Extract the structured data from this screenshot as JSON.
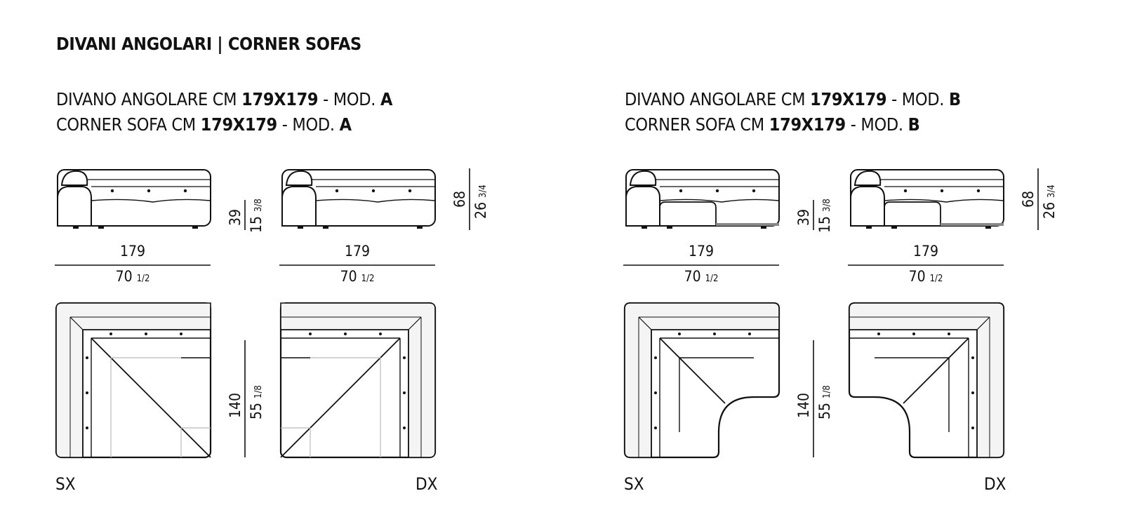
{
  "page_title": "DIVANI ANGOLARI | CORNER SOFAS",
  "models": [
    {
      "line_it": {
        "prefix": "DIVANO ANGOLARE CM ",
        "size": "179X179",
        "mid": " - MOD. ",
        "mod": "A"
      },
      "line_en": {
        "prefix": "CORNER SOFA CM ",
        "size": "179X179",
        "mid": " - MOD. ",
        "mod": "A"
      },
      "width_cm": "179",
      "width_in_whole": "70",
      "width_in_frac": "1/2",
      "seat_cm": "39",
      "seat_in_whole": "15",
      "seat_in_frac": "3/8",
      "height_cm": "68",
      "height_in_whole": "26",
      "height_in_frac": "3/4",
      "depth_cm": "140",
      "depth_in_whole": "55",
      "depth_in_frac": "1/8",
      "left_label": "SX",
      "right_label": "DX"
    },
    {
      "line_it": {
        "prefix": "DIVANO ANGOLARE CM ",
        "size": "179X179",
        "mid": " - MOD. ",
        "mod": "B"
      },
      "line_en": {
        "prefix": "CORNER SOFA CM ",
        "size": "179X179",
        "mid": " - MOD. ",
        "mod": "B"
      },
      "width_cm": "179",
      "width_in_whole": "70",
      "width_in_frac": "1/2",
      "seat_cm": "39",
      "seat_in_whole": "15",
      "seat_in_frac": "3/8",
      "height_cm": "68",
      "height_in_whole": "26",
      "height_in_frac": "3/4",
      "depth_cm": "140",
      "depth_in_whole": "55",
      "depth_in_frac": "1/8",
      "left_label": "SX",
      "right_label": "DX"
    }
  ]
}
